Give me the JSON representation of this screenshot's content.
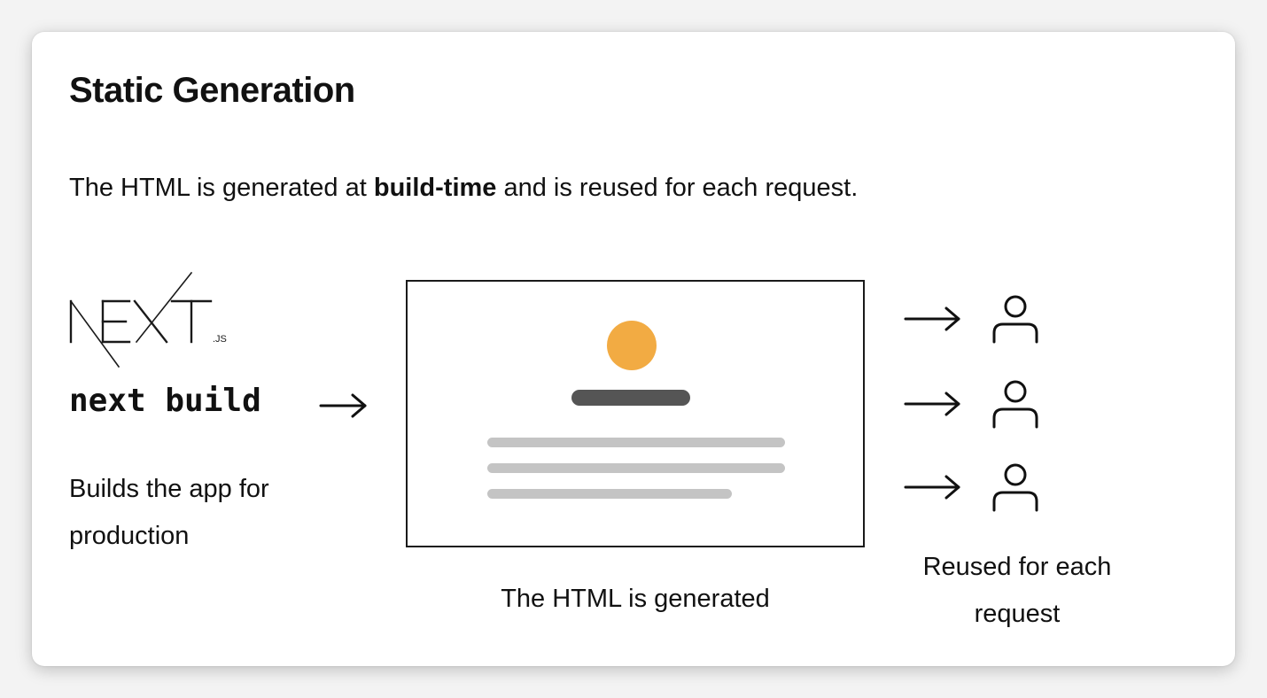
{
  "header": {
    "title": "Static Generation"
  },
  "intro": {
    "before": "The HTML is generated at ",
    "bold": "build-time",
    "after": " and is reused for each request."
  },
  "build": {
    "logo_text": "NEXT",
    "logo_suffix": ".JS",
    "command": "next build",
    "description": "Builds the app for production"
  },
  "page": {
    "caption": "The HTML is generated",
    "avatar_color": "#f2ab43",
    "title_bar_color": "#555555",
    "text_line_color": "#c4c4c4"
  },
  "requests": {
    "count": 3,
    "icon": "user-icon",
    "caption": "Reused for each request"
  }
}
